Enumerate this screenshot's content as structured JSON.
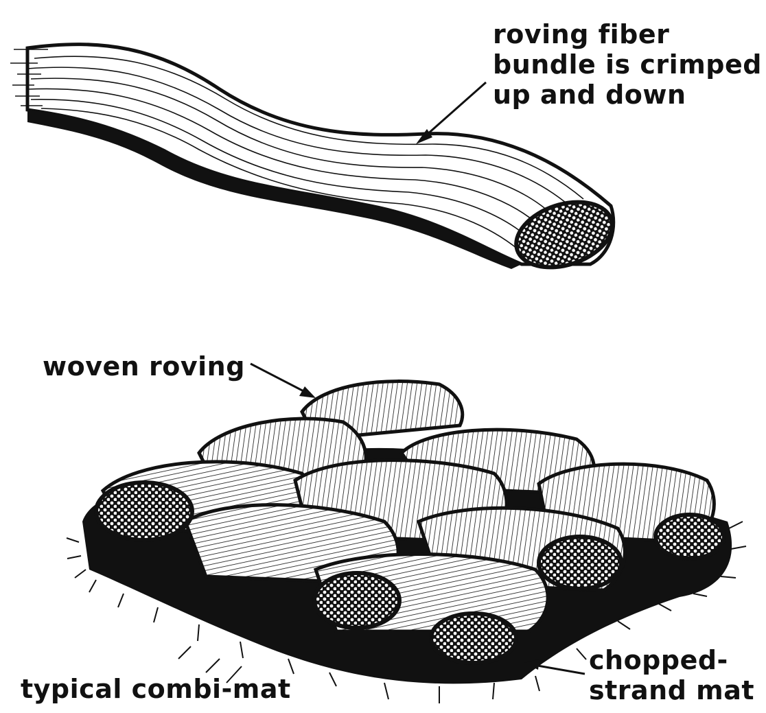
{
  "labels": {
    "roving_fiber": [
      "roving fiber",
      "bundle is crimped",
      "up and down"
    ],
    "woven_roving": "woven roving",
    "combi_mat": "typical combi-mat",
    "chopped_strand": [
      "chopped-",
      "strand mat"
    ]
  },
  "colors": {
    "ink": "#111111",
    "paper": "#ffffff"
  }
}
